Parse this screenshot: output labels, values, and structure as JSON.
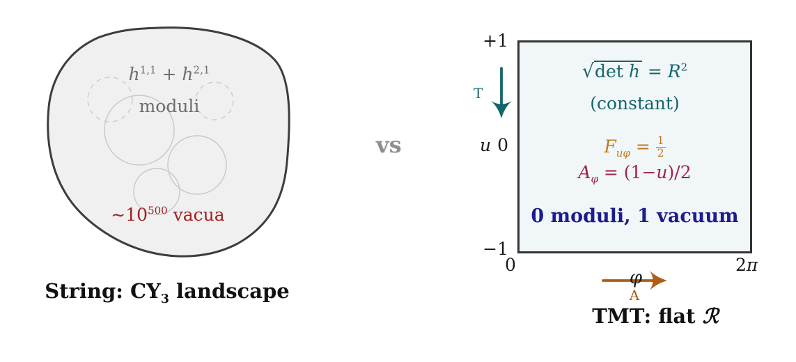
{
  "left": {
    "blob": {
      "h1": "h",
      "h1_sup": "1,1",
      "plus": " + ",
      "h2": "h",
      "h2_sup": "2,1",
      "moduli": "moduli",
      "vacua_base": "∼10",
      "vacua_exp": "500",
      "vacua_rest": " vacua"
    },
    "caption_prefix": "String: CY",
    "caption_sub": "3",
    "caption_suffix": " landscape"
  },
  "divider": {
    "vs": "vs"
  },
  "right": {
    "yaxis": {
      "top": "+1",
      "name": "u",
      "zero": "0",
      "bottom": "−1"
    },
    "xaxis": {
      "left": "0",
      "right_num": "2",
      "right_pi": "π",
      "name": "φ"
    },
    "arrows": {
      "time": "T",
      "gauge": "A"
    },
    "box": {
      "radical": "√",
      "det": "det ",
      "det_var": "h",
      "eq": " = ",
      "r_var": "R",
      "r_sup": "2",
      "constant": "(constant)",
      "f_var": "F",
      "f_sub": "uφ",
      "f_eq": " = ",
      "f_num": "1",
      "f_den": "2",
      "a_var": "A",
      "a_sub": "φ",
      "a_eq_pre": " = (1−",
      "a_u": "u",
      "a_eq_post": ")/2",
      "vacuum": "0 moduli, 1 vacuum"
    },
    "caption_prefix": "TMT: flat ",
    "caption_r": "ℛ"
  },
  "colors": {
    "teal": "#15666b",
    "orange": "#c0791c",
    "arrow_orange": "#b05c15",
    "maroon": "#9e2150",
    "navy": "#1c1c8f",
    "dark_red": "#a32020",
    "gray_text": "#6e6e6e",
    "vs_gray": "#8f8f8f",
    "blob_fill": "#f0f0f0",
    "blob_stroke": "#3d3d3d",
    "box_fill": "#f1f6f8",
    "box_stroke": "#333333",
    "circle_stroke": "#c8c8c8"
  }
}
